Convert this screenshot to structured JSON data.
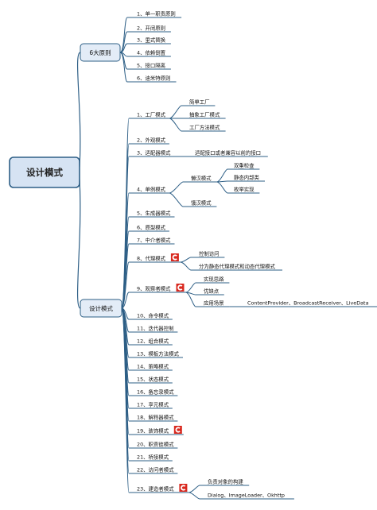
{
  "root": {
    "label": "设计模式"
  },
  "principles": {
    "label": "6大原则",
    "items": [
      "1、单一职责原则",
      "2、开闭原则",
      "3、里式替换",
      "4、依赖倒置",
      "5、接口隔离",
      "6、迪米特原则"
    ]
  },
  "patterns": {
    "label": "设计模式",
    "items": [
      {
        "label": "1、工厂模式",
        "children": [
          "简单工厂",
          "抽象工厂模式",
          "工厂方法模式"
        ]
      },
      {
        "label": "2、外观模式"
      },
      {
        "label": "3、适配器模式",
        "children": [
          "适配接口或者兼容以前的接口"
        ]
      },
      {
        "label": "4、单例模式",
        "children": [
          "懒汉模式",
          "饿汉模式"
        ],
        "lazy_children": [
          "双重检查",
          "静态内部类",
          "枚举实现"
        ]
      },
      {
        "label": "5、生成器模式"
      },
      {
        "label": "6、原型模式"
      },
      {
        "label": "7、中介者模式"
      },
      {
        "label": "8、代理模式",
        "badge": true,
        "children": [
          "控制访问",
          "分为静态代理模式和动态代理模式"
        ]
      },
      {
        "label": "9、观察者模式",
        "badge": true,
        "children": [
          "实现思路",
          "优缺点",
          "应用场景"
        ],
        "scene": "ContentProvider、BroadcastReceiver、LiveData"
      },
      {
        "label": "10、命令模式"
      },
      {
        "label": "11、迭代器控制"
      },
      {
        "label": "12、组合模式"
      },
      {
        "label": "13、模板方法模式"
      },
      {
        "label": "14、策略模式"
      },
      {
        "label": "15、状态模式"
      },
      {
        "label": "16、备忘录模式"
      },
      {
        "label": "17、享元模式"
      },
      {
        "label": "18、解释器模式"
      },
      {
        "label": "19、装饰模式",
        "badge": true
      },
      {
        "label": "20、职责链模式"
      },
      {
        "label": "21、桥接模式"
      },
      {
        "label": "22、访问者模式"
      },
      {
        "label": "23、建造者模式",
        "badge": true,
        "children": [
          "负责对象的构建",
          "Dialog、ImageLoader、Okhttp"
        ]
      }
    ]
  },
  "colors": {
    "line": "#2e5f86",
    "root_fill": "#d6e3f3",
    "branch_fill": "#e3ecf7",
    "badge": "#d9281e"
  },
  "icons": {
    "badge": "c-logo-icon"
  }
}
